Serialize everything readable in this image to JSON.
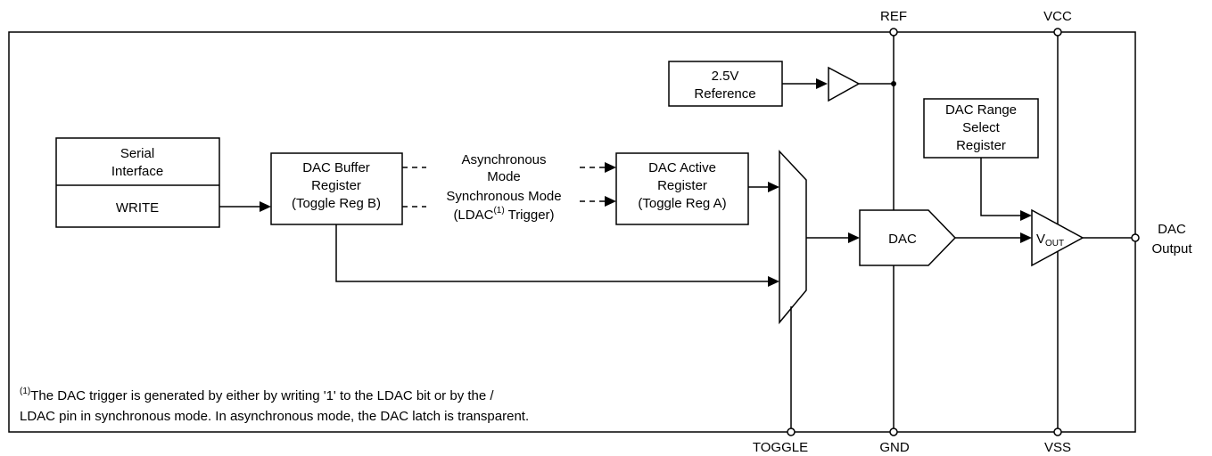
{
  "pins": {
    "ref": "REF",
    "vcc": "VCC",
    "toggle": "TOGGLE",
    "gnd": "GND",
    "vss": "VSS",
    "dac_output": [
      "DAC",
      "Output"
    ]
  },
  "blocks": {
    "reference": [
      "2.5V",
      "Reference"
    ],
    "serial_interface": [
      "Serial",
      "Interface"
    ],
    "write": "WRITE",
    "dac_buffer_register": [
      "DAC Buffer",
      "Register",
      "(Toggle Reg B)"
    ],
    "dac_active_register": [
      "DAC Active",
      "Register",
      "(Toggle Reg A)"
    ],
    "dac_range_select_register": [
      "DAC Range",
      "Select",
      "Register"
    ],
    "dac": "DAC",
    "vout_amp": {
      "main": "V",
      "sub": "OUT"
    }
  },
  "modes": {
    "async": [
      "Asynchronous",
      "Mode"
    ],
    "sync_line1": "Synchronous Mode",
    "sync_line2_pre": "(LDAC",
    "sync_line2_sup": "(1)",
    "sync_line2_post": " Trigger)"
  },
  "footnote": {
    "marker": "(1)",
    "line1": "The DAC trigger is generated by either by writing '1' to the LDAC bit or by the /",
    "line2": "LDAC pin in synchronous mode. In asynchronous mode, the DAC latch is transparent."
  }
}
